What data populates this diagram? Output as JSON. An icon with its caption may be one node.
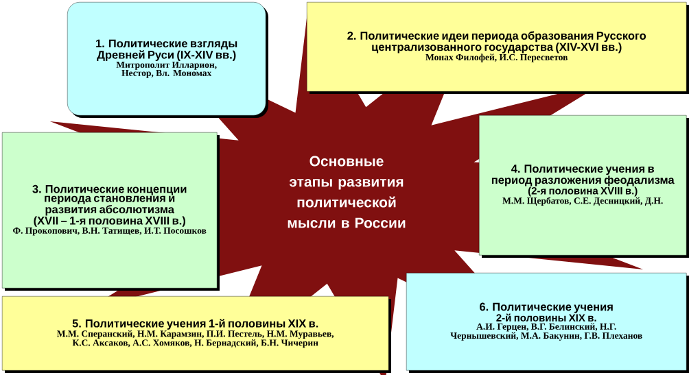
{
  "diagram": {
    "nodes": [
      {
        "text": [
          "Основные этапы развития политической мысли в России"
        ]
      },
      {
        "text": [
          "1. Политические взгляды Древней Руси (IX-XIV вв.)",
          "Митрополит Илларион, Нестор, Вл. Мономах"
        ]
      },
      {
        "text": [
          "2. Политические идеи периода образования Русского централизованного государства (XIV-XVI вв.)",
          "Монах Филофей, И.С. Пересветов"
        ]
      },
      {
        "text": [
          "3. Политические концепции периода становления и развития абсолютизма (XVII – 1-я половина XVIII в.)",
          "Ф. Прокопович, В.Н. Татищев, И.Т. Посошков"
        ]
      },
      {
        "text": [
          "4. Политические учения в период разложения феодализма",
          "(2-я половина XVIII в.)",
          "М.М. Щербатов, С.Е. Десницкий, Д.Н."
        ]
      },
      {
        "text": [
          "5. Политические учения 1-й половины XIX в.",
          "М.М. Сперанский, Н.М. Карамзин, П.И. Пестель, Н.М. Муравьев, К.С. Аксаков, А.С. Хомяков, Н. Бернадский, Б.Н. Чичерин"
        ]
      },
      {
        "text": [
          "6. Политические учения",
          "2-й половины XIX в.",
          "А.И. Герцен, В.Г. Белинский, Н.Г. Чернышевский, М.А. Бакунин, Г.В. Плеханов"
        ]
      }
    ]
  }
}
